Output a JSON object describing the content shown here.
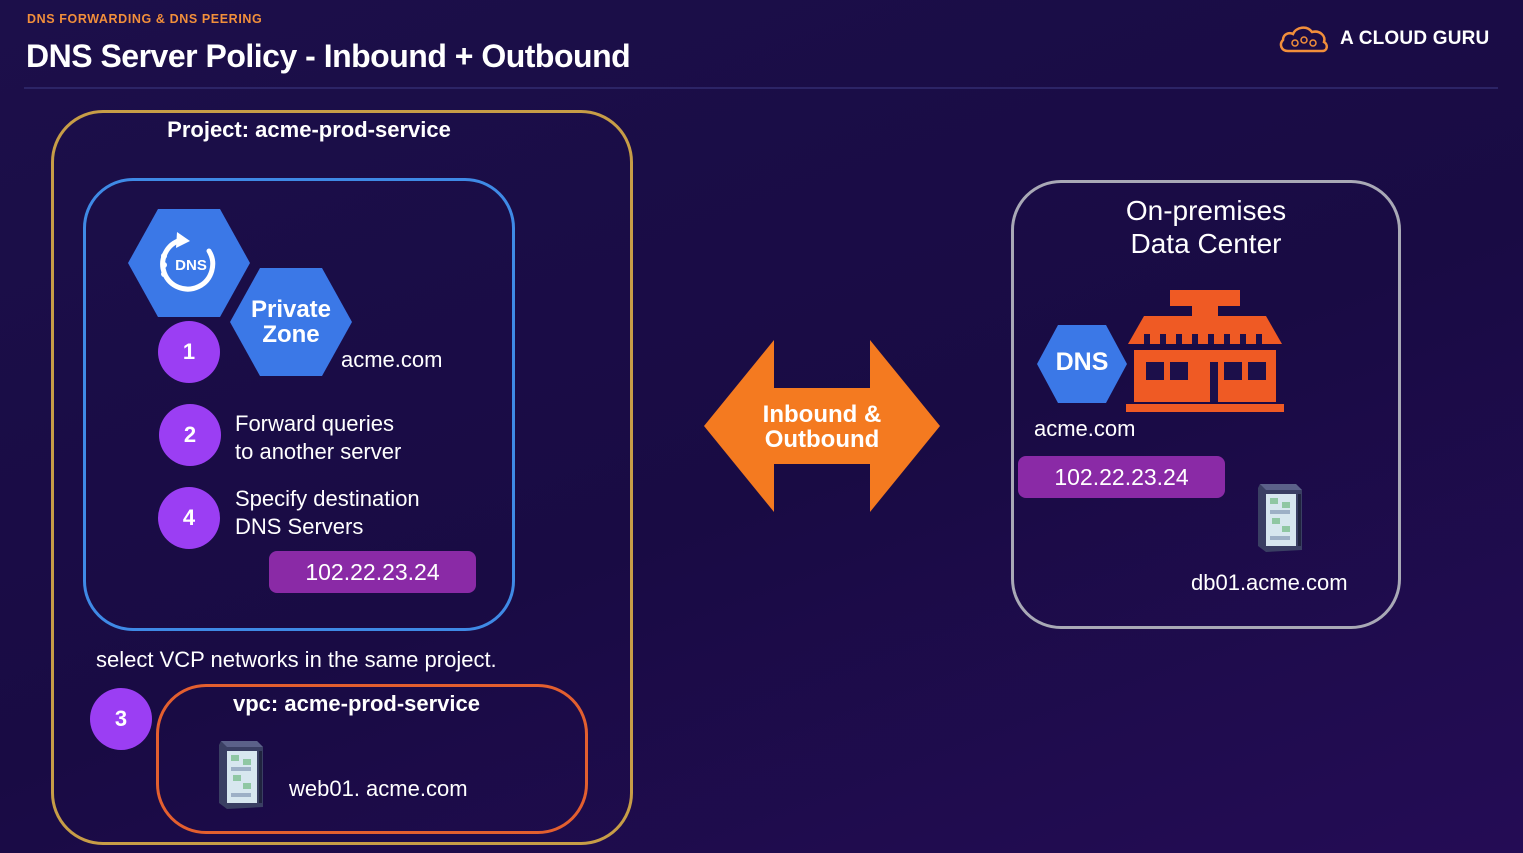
{
  "header": {
    "eyebrow": "DNS FORWARDING & DNS PEERING",
    "title": "DNS Server Policy - Inbound + Outbound",
    "brand": {
      "name": "A CLOUD GURU",
      "logo_icon": "cloud-logo-icon"
    }
  },
  "project": {
    "title": "Project: acme-prod-service",
    "dns_icon_label": "DNS",
    "private_zone": {
      "line1": "Private",
      "line2": "Zone"
    },
    "zone_domain": "acme.com",
    "steps": [
      {
        "number": "1"
      },
      {
        "number": "2",
        "line1": "Forward queries",
        "line2": "to another server"
      },
      {
        "number": "4",
        "line1": "Specify destination",
        "line2": "DNS Servers"
      },
      {
        "number": "3"
      }
    ],
    "destination_ip": "102.22.23.24",
    "network_note": "select VCP networks in the same project.",
    "vpc": {
      "title": "vpc: acme-prod-service",
      "host": "web01. acme.com"
    }
  },
  "connector": {
    "line1": "Inbound &",
    "line2": "Outbound",
    "icon": "double-arrow-icon"
  },
  "onprem": {
    "title_line1": "On-premises",
    "title_line2": "Data Center",
    "dns_label": "DNS",
    "domain": "acme.com",
    "ip": "102.22.23.24",
    "host": "db01.acme.com"
  },
  "colors": {
    "background": "#1c0f4a",
    "accent_orange": "#f28f3b",
    "project_border": "#c79d47",
    "policy_border": "#3f8ae6",
    "vpc_border": "#e35f2f",
    "onprem_border": "#a9a9b6",
    "step_purple": "#9b3ef3",
    "ip_pill": "#8a2aa6",
    "gcp_blue": "#3b78e7",
    "arrow_orange": "#f47a20",
    "building_orange": "#ef5a24"
  }
}
